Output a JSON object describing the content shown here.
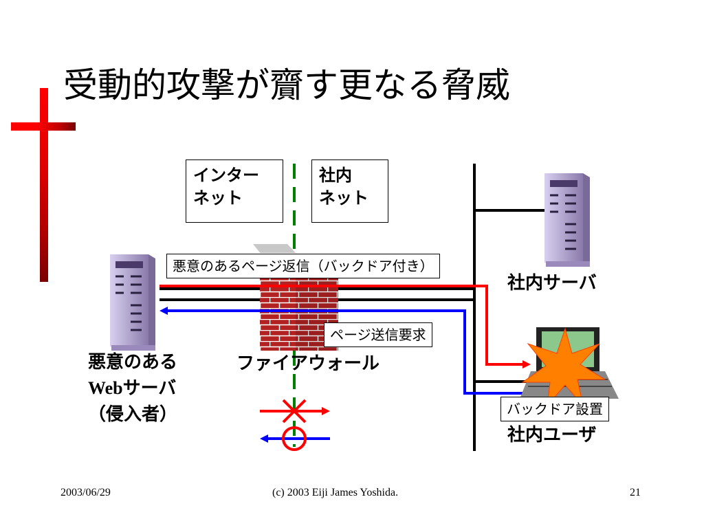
{
  "slide": {
    "title": "受動的攻撃が齎す更なる脅威"
  },
  "labels": {
    "internet": [
      "インター",
      "ネット"
    ],
    "intranet": [
      "社内",
      "ネット"
    ],
    "malicious_page_reply": "悪意のあるページ返信（バックドア付き）",
    "page_request": "ページ送信要求",
    "backdoor_install": "バックドア設置"
  },
  "captions": {
    "malicious_server": [
      "悪意のある",
      "Webサーバ",
      "（侵入者）"
    ],
    "firewall": "ファイアウォール",
    "internal_server": "社内サーバ",
    "internal_user": "社内ユーザ"
  },
  "legend": {
    "blocked_symbol": "✕",
    "allowed_symbol": "○"
  },
  "colors": {
    "red": "#ff0000",
    "blue": "#0000ff",
    "green_dashed": "#008000",
    "server_purple": "#b8a8d8",
    "brick": "#b22222"
  },
  "footer": {
    "date": "2003/06/29",
    "copyright": "(c) 2003 Eiji James Yoshida.",
    "page": "21"
  }
}
